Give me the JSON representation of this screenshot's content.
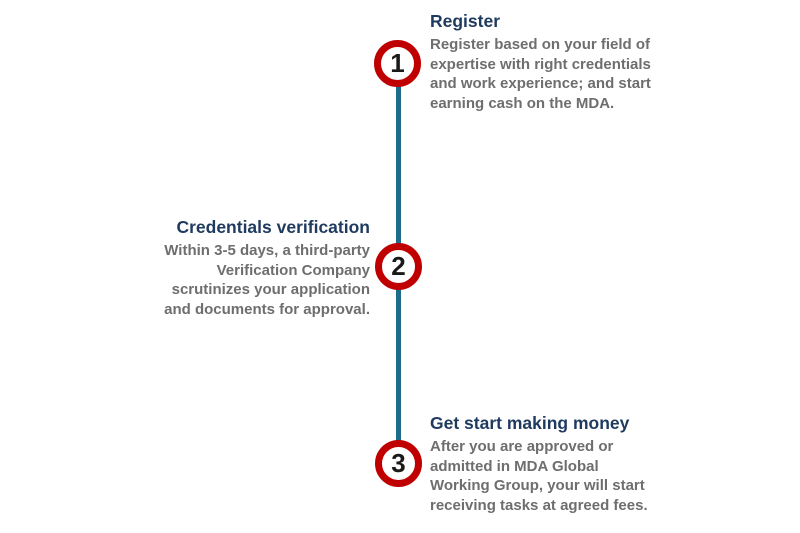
{
  "background": "#ffffff",
  "colors": {
    "accent_red": "#c00000",
    "line_teal": "#1e6c8c",
    "title_navy": "#1f3a5f",
    "body_gray": "#6e6e6e",
    "number_dark": "#1a1a1a"
  },
  "timeline": {
    "steps": [
      {
        "number": "1",
        "side": "right",
        "title": "Register",
        "lines": [
          "Register based on your field of",
          "expertise with right credentials",
          "and work experience; and start",
          "earning cash on the MDA."
        ]
      },
      {
        "number": "2",
        "side": "left",
        "title": "Credentials verification",
        "lines": [
          "Within 3-5 days, a third-party",
          "Verification Company",
          "scrutinizes your application",
          "and documents for approval."
        ]
      },
      {
        "number": "3",
        "side": "right",
        "title": "Get start making money",
        "lines": [
          "After you are approved or",
          "admitted in MDA Global",
          "Working Group, your will start",
          "receiving tasks at agreed fees."
        ]
      }
    ]
  }
}
